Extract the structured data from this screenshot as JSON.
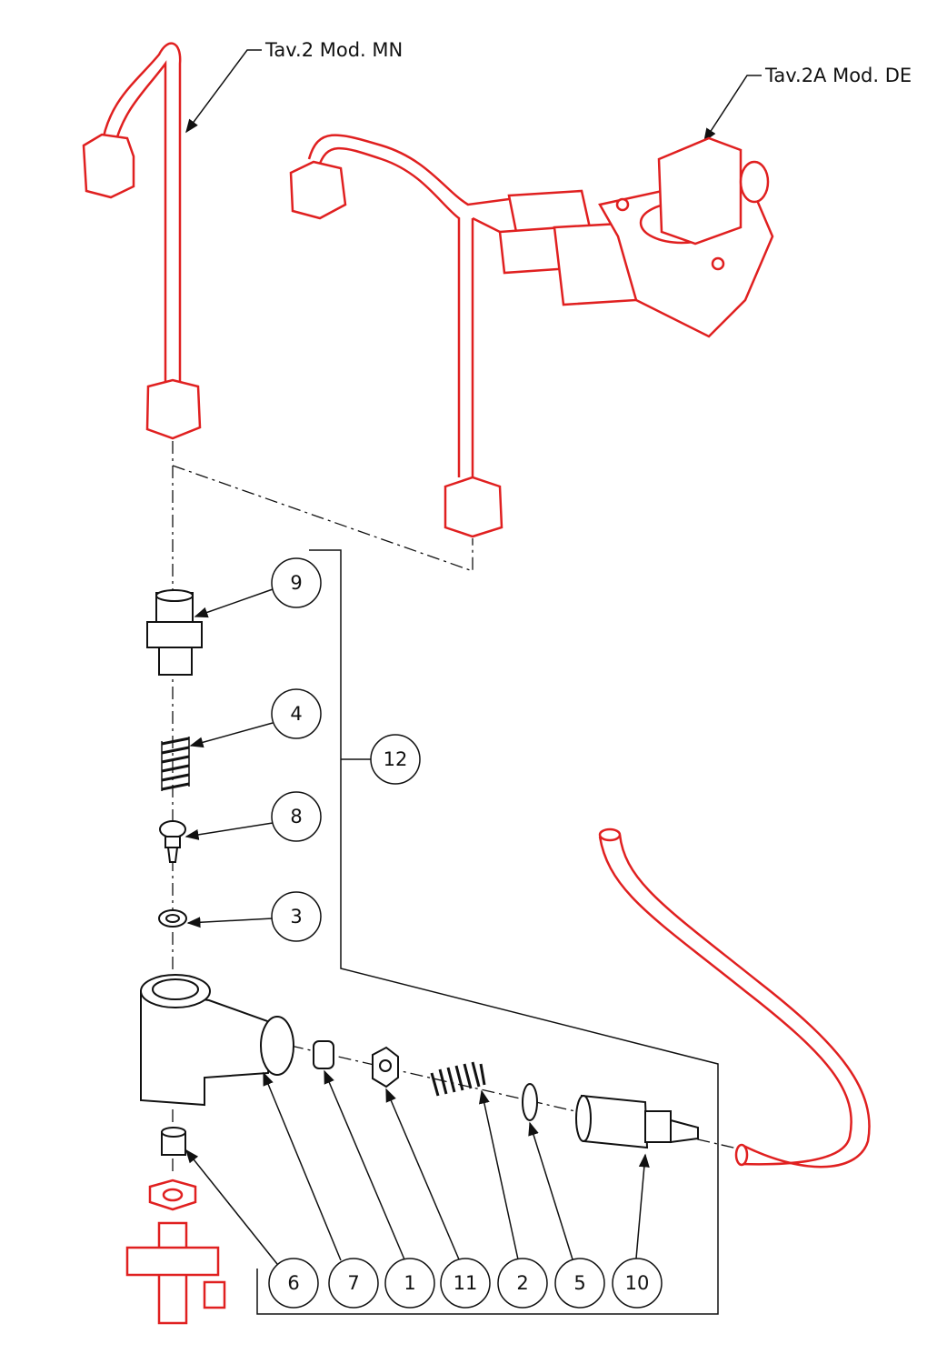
{
  "labels": {
    "model_mn": "Tav.2 Mod. MN",
    "model_de": "Tav.2A Mod. DE"
  },
  "callouts": {
    "c9": "9",
    "c4": "4",
    "c12": "12",
    "c8": "8",
    "c3": "3",
    "c6": "6",
    "c7": "7",
    "c1": "1",
    "c11": "11",
    "c2": "2",
    "c5": "5",
    "c10": "10"
  },
  "colors": {
    "highlight": "#e02020",
    "line": "#111111"
  }
}
